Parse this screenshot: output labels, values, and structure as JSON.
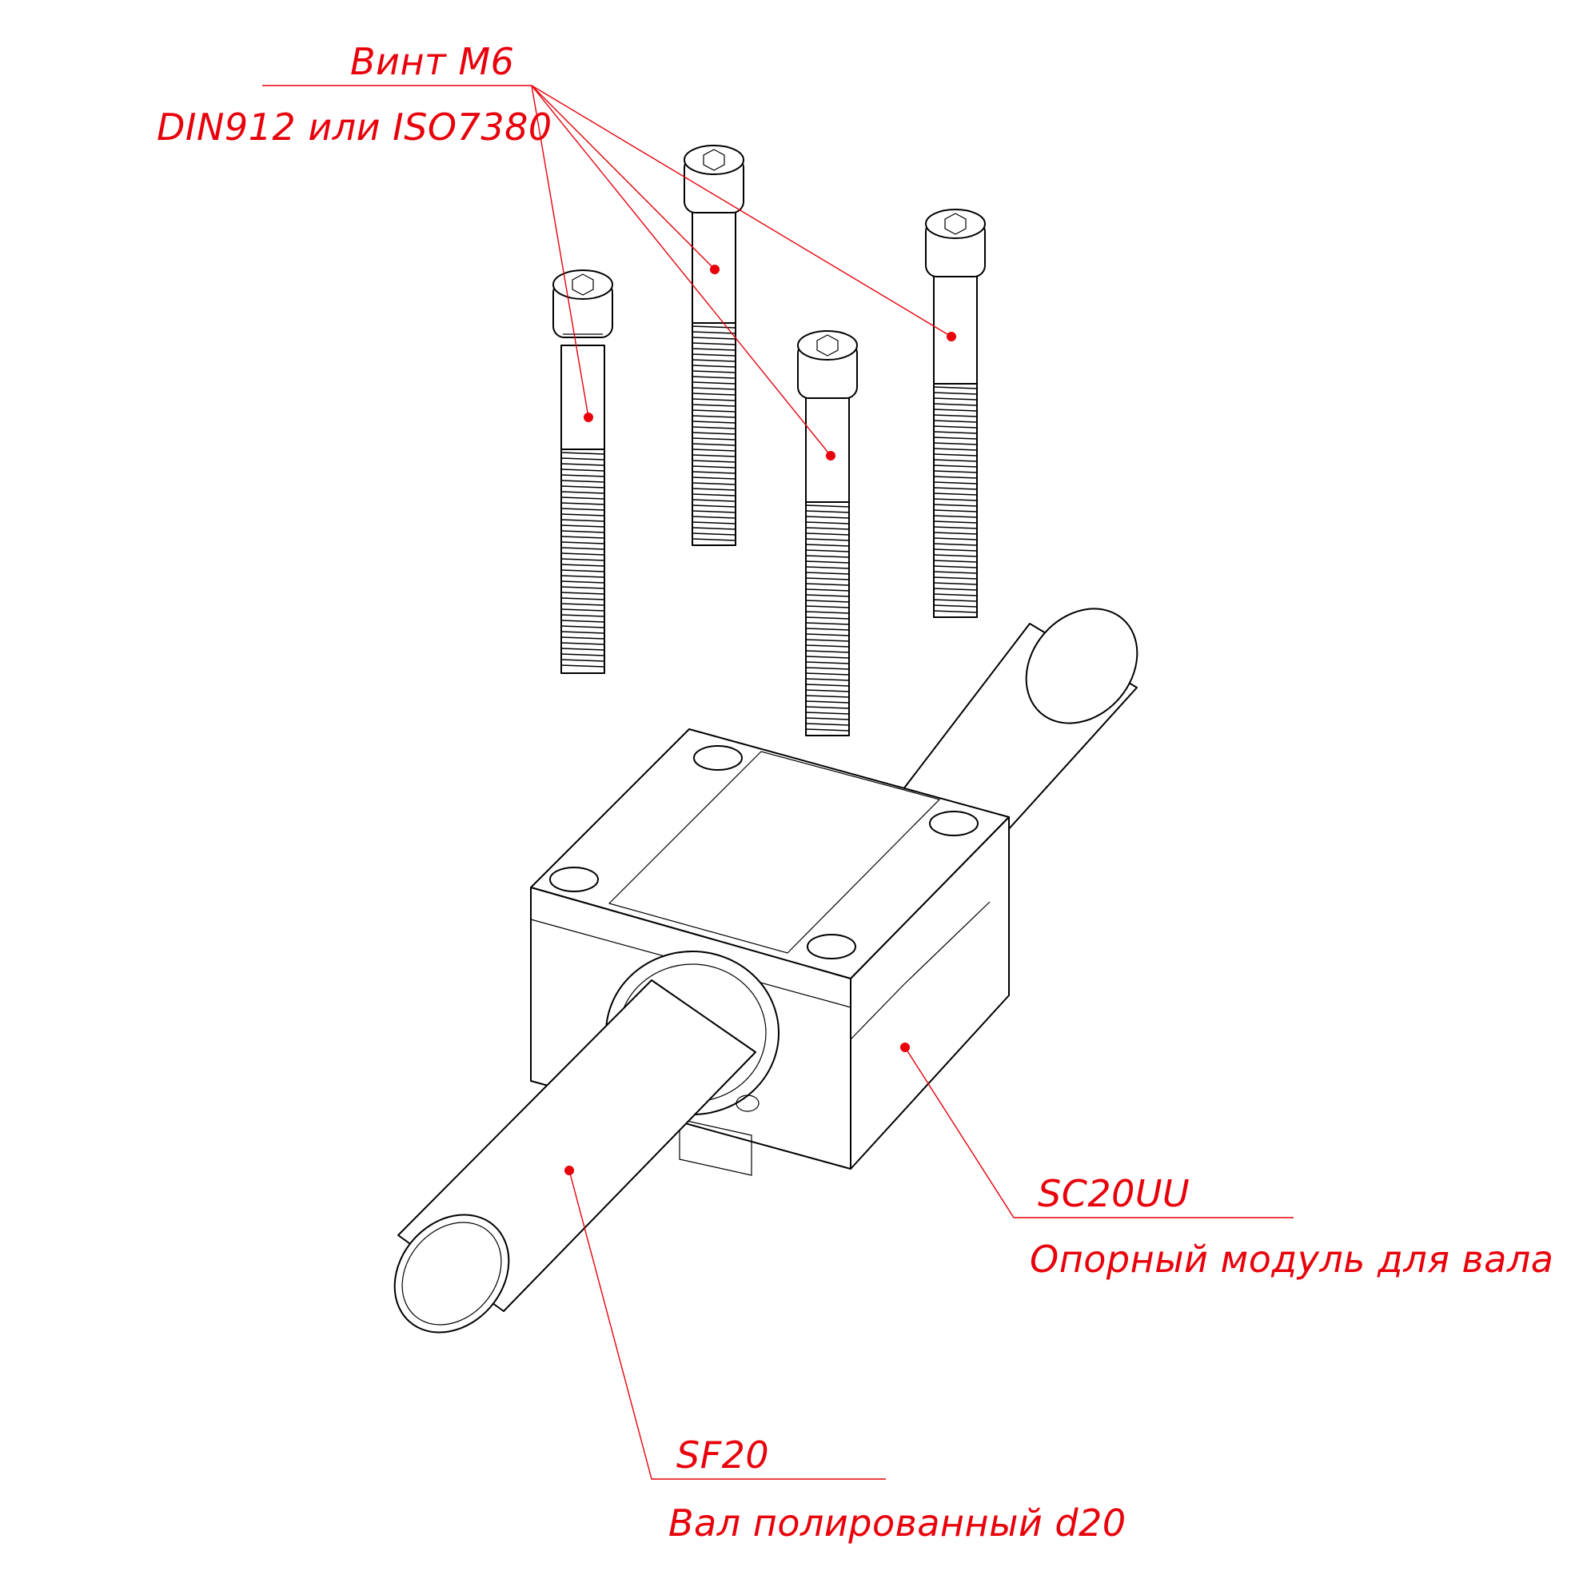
{
  "annotations": {
    "screw": {
      "line1": "Винт М6",
      "line2": "DIN912 или ISO7380"
    },
    "housing": {
      "line1": "SC20UU",
      "line2": "Опорный модуль для вала"
    },
    "shaft": {
      "line1": "SF20",
      "line2": "Вал полированный d20"
    }
  },
  "colors": {
    "annotation": "#e8000b",
    "drawing": "#000000",
    "background": "#ffffff"
  },
  "icons": {
    "leader_end": "dot-marker"
  }
}
